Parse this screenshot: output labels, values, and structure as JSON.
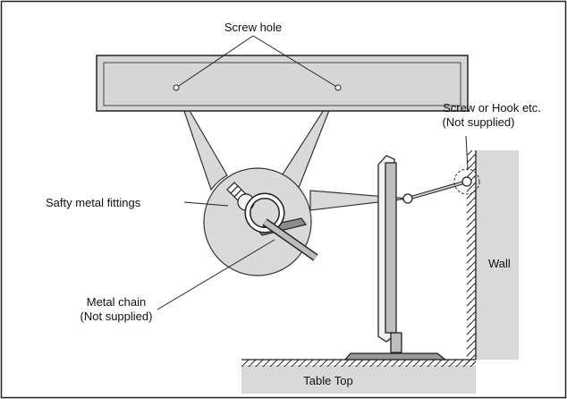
{
  "labels": {
    "screw_hole": "Screw hole",
    "screw_hook_line1": "Screw or Hook etc.",
    "screw_hook_line2": "(Not supplied)",
    "safety_fittings": "Safty metal fittings",
    "metal_chain_line1": "Metal chain",
    "metal_chain_line2": "(Not supplied)",
    "wall": "Wall",
    "table_top": "Table Top"
  }
}
